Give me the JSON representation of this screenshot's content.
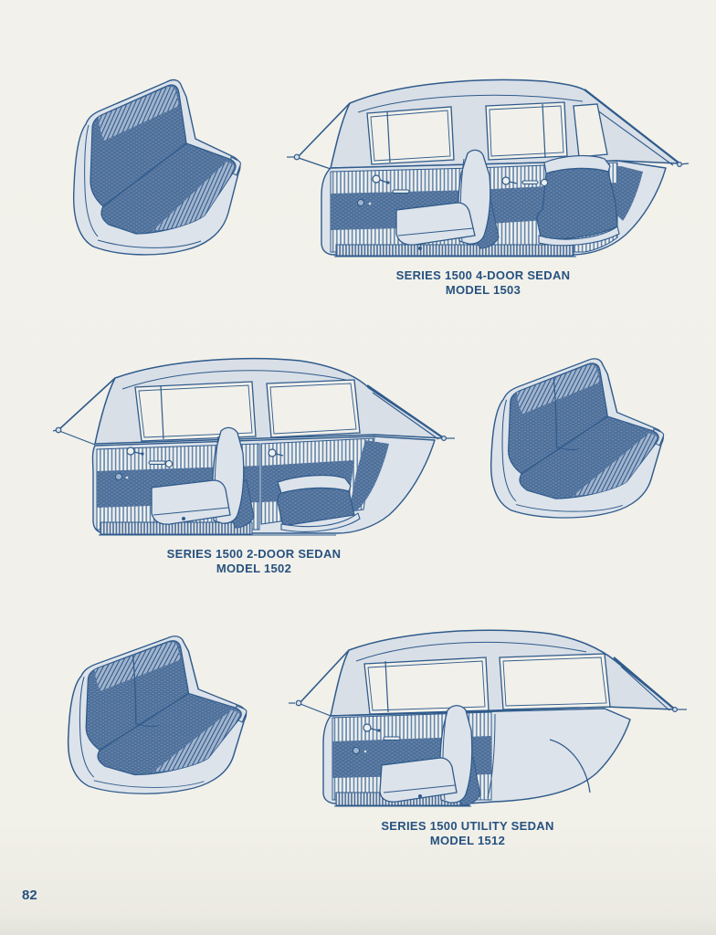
{
  "page_number": "82",
  "captions": {
    "sedan_4door": {
      "line1": "SERIES 1500 4-DOOR SEDAN",
      "line2": "MODEL 1503"
    },
    "sedan_2door": {
      "line1": "SERIES 1500 2-DOOR SEDAN",
      "line2": "MODEL 1502"
    },
    "sedan_utility": {
      "line1": "SERIES 1500 UTILITY SEDAN",
      "line2": "MODEL 1512"
    }
  },
  "figures": [
    {
      "id": "bench-seat-top-left",
      "type": "front-bench-seat-illustration",
      "split_back": false,
      "position": "top-left"
    },
    {
      "id": "sedan-4door-cutaway",
      "type": "car-interior-cutaway-illustration",
      "position": "top-right"
    },
    {
      "id": "sedan-2door-cutaway",
      "type": "car-interior-cutaway-illustration",
      "position": "middle-left"
    },
    {
      "id": "bench-seat-middle-right",
      "type": "front-bench-seat-illustration",
      "split_back": true,
      "position": "middle-right"
    },
    {
      "id": "bench-seat-bottom-left",
      "type": "front-bench-seat-illustration",
      "split_back": true,
      "position": "bottom-left"
    },
    {
      "id": "sedan-utility-cutaway",
      "type": "car-interior-cutaway-illustration",
      "position": "bottom-right"
    }
  ],
  "colors": {
    "paper": "#f1f0ea",
    "ink_line": "#2f5b8c",
    "ink_text": "#26517f",
    "upholstery_blue": "#4d6f99",
    "trim_light": "#dbe1e9",
    "stripe_light": "#5d80a8"
  }
}
